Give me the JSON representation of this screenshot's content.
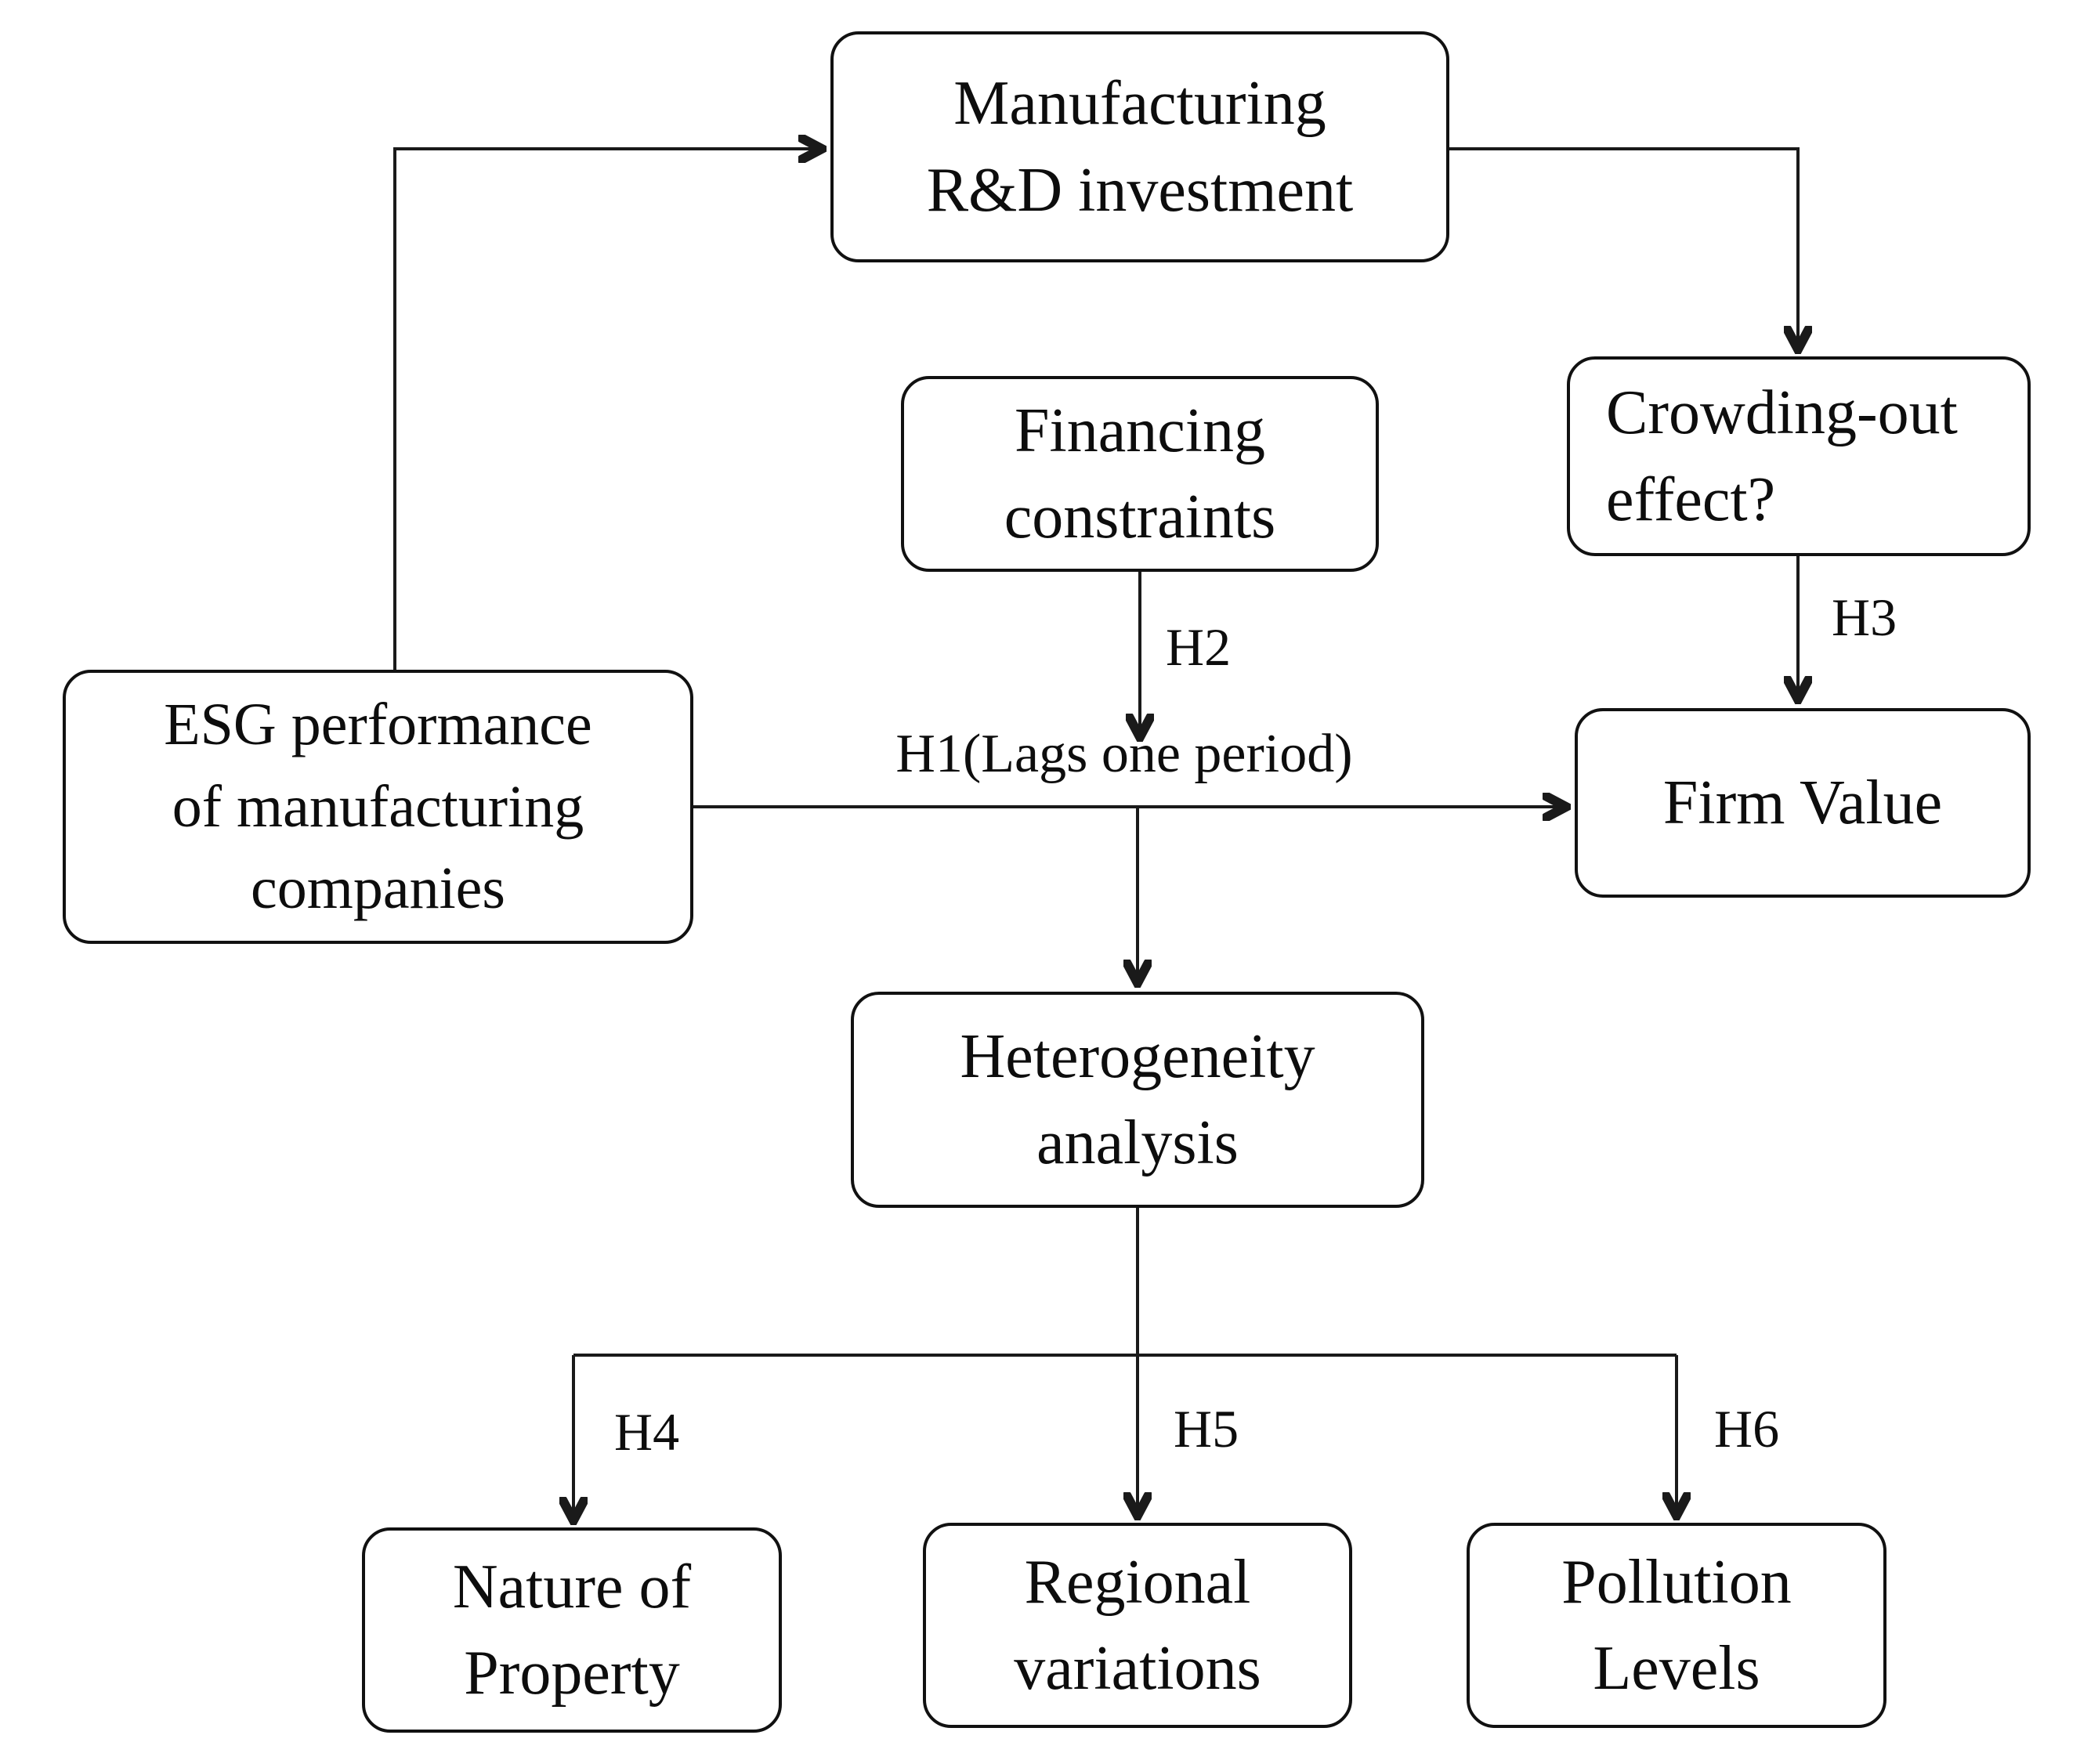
{
  "diagram": {
    "title": "Research framework flowchart",
    "colors": {
      "background": "#ffffff",
      "stroke": "#1a1a1a",
      "text": "#0d0d0d"
    },
    "nodes": {
      "manufacturing_rd": {
        "label": "Manufacturing\nR&D investment"
      },
      "financing": {
        "label": "Financing\nconstraints"
      },
      "crowding_out": {
        "label": "Crowding-out\neffect?"
      },
      "esg": {
        "label": "ESG performance\nof manufacturing\ncompanies"
      },
      "firm_value": {
        "label": "Firm Value"
      },
      "heterogeneity": {
        "label": "Heterogeneity\nanalysis"
      },
      "nature_property": {
        "label": "Nature of\nProperty"
      },
      "regional": {
        "label": "Regional\nvariations"
      },
      "pollution": {
        "label": "Pollution\nLevels"
      }
    },
    "edge_labels": {
      "h1": "H1(Lags one period)",
      "h2": "H2",
      "h3": "H3",
      "h4": "H4",
      "h5": "H5",
      "h6": "H6"
    }
  }
}
